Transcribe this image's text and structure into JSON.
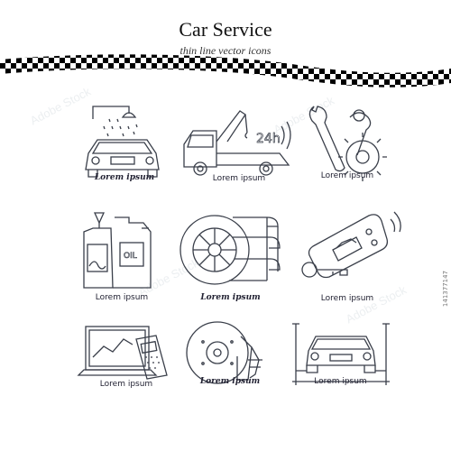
{
  "header": {
    "title": "Car Service",
    "subtitle": "thin line vector icons"
  },
  "icons": [
    {
      "name": "car-wash-icon",
      "caption": "Lorem ipsum"
    },
    {
      "name": "tow-truck-24h-icon",
      "caption": "Lorem ipsum"
    },
    {
      "name": "wrench-and-gears-icon",
      "caption": "Lorem ipsum"
    },
    {
      "name": "engine-oil-canisters-icon",
      "caption": "Lorem ipsum"
    },
    {
      "name": "tire-stack-icon",
      "caption": "Lorem ipsum"
    },
    {
      "name": "car-alarm-key-fob-icon",
      "caption": "Lorem ipsum"
    },
    {
      "name": "laptop-diagnostic-scanner-icon",
      "caption": "Lorem ipsum"
    },
    {
      "name": "brake-disc-and-shock-absorber-icon",
      "caption": "Lorem ipsum"
    },
    {
      "name": "car-lift-icon",
      "caption": "Lorem ipsum"
    }
  ],
  "stock_id": "141377147",
  "colors": {
    "line": "#3a3f4a",
    "accent": "#000000",
    "background": "#ffffff"
  }
}
